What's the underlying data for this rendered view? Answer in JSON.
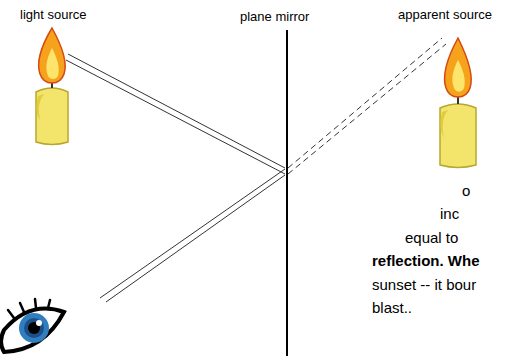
{
  "diagram": {
    "labels": [
      "light source",
      "plane mirror",
      "apparent source",
      "o",
      "inc",
      "equal to",
      "reflection. Whe",
      "sunset -- it bour",
      "blast.."
    ]
  }
}
